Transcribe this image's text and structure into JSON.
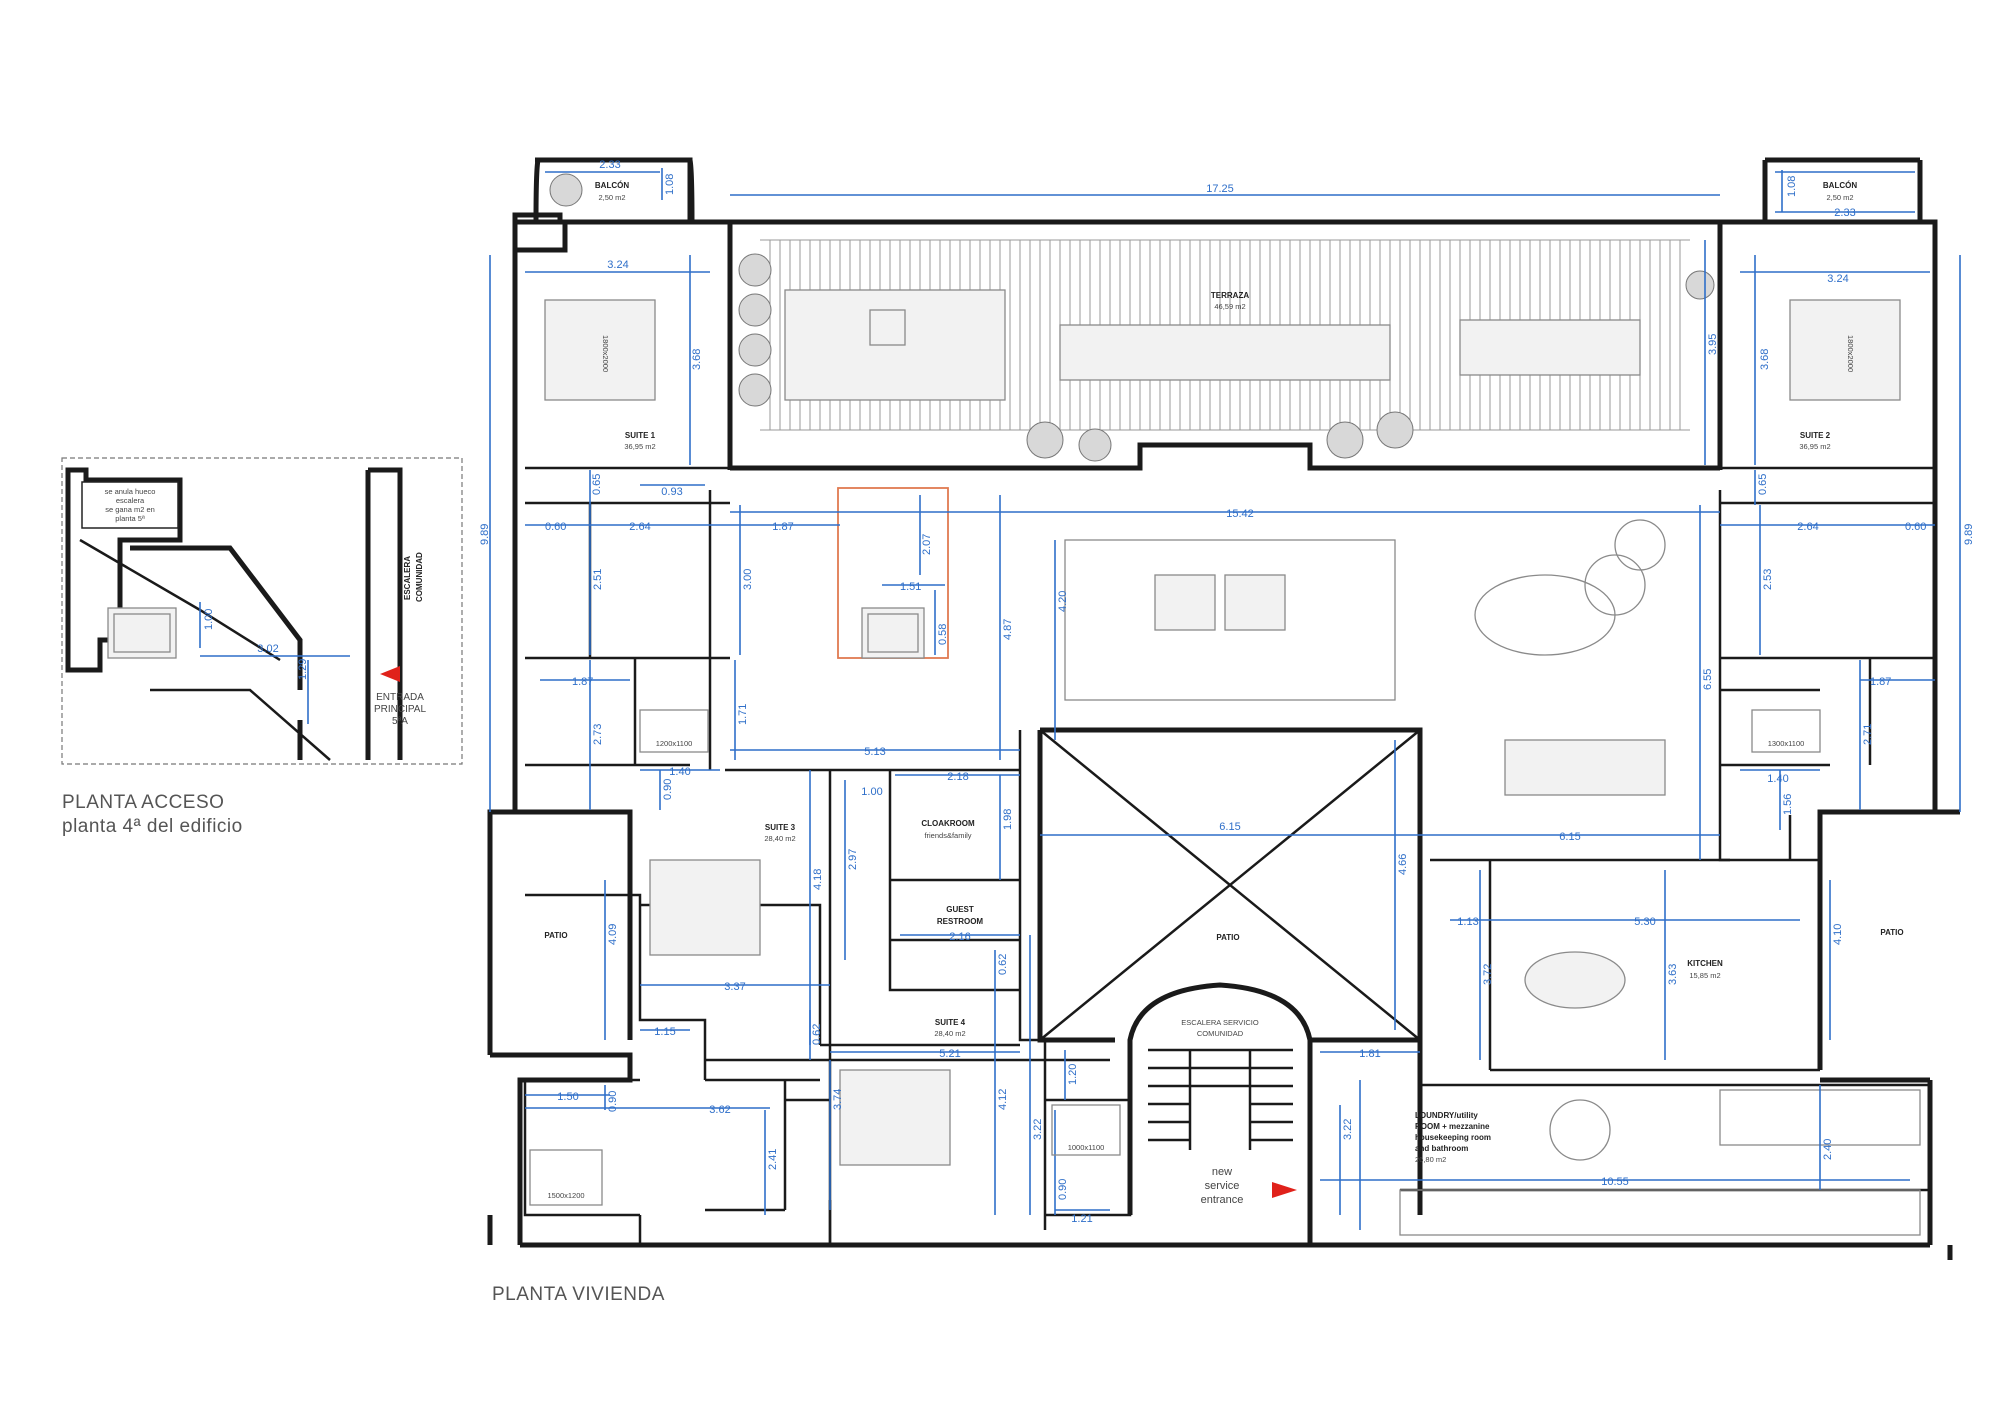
{
  "titles": {
    "main_plan": "PLANTA VIVIENDA",
    "access_plan_line1": "PLANTA ACCESO",
    "access_plan_line2": "planta 4ª del edificio"
  },
  "access_plan": {
    "note": [
      "se anula hueco",
      "escalera",
      "se gana m2 en",
      "planta 5ª"
    ],
    "stair_label": [
      "ESCALERA",
      "COMUNIDAD"
    ],
    "entrance_label": [
      "ENTRADA",
      "PRINCIPAL",
      "5ªA"
    ],
    "dims": [
      "1.00",
      "3.02",
      "1.29"
    ]
  },
  "rooms": {
    "balcony_left": {
      "name": "BALCÓN",
      "area": "2,50 m2"
    },
    "balcony_right": {
      "name": "BALCÓN",
      "area": "2,50 m2"
    },
    "terrace": {
      "name": "TERRAZA",
      "area": "46,59 m2"
    },
    "suite1": {
      "name": "SUITE 1",
      "area": "36,95 m2"
    },
    "suite2": {
      "name": "SUITE 2",
      "area": "36,95 m2"
    },
    "suite3": {
      "name": "SUITE 3",
      "area": "28,40 m2"
    },
    "suite4": {
      "name": "SUITE 4",
      "area": "28,40 m2"
    },
    "cloakroom": {
      "name": "CLOAKROOM",
      "sub": "friends&family"
    },
    "guest_restroom": {
      "name": "GUEST",
      "sub": "RESTROOM"
    },
    "patio_left": {
      "name": "PATIO"
    },
    "patio_center": {
      "name": "PATIO"
    },
    "patio_right": {
      "name": "PATIO"
    },
    "kitchen": {
      "name": "KITCHEN",
      "area": "15,85 m2"
    },
    "stair_service": {
      "name": "ESCALERA SERVICIO",
      "sub": "COMUNIDAD"
    },
    "service_entrance": [
      "new",
      "service",
      "entrance"
    ],
    "laundry": [
      "LOUNDRY/utility",
      "ROOM + mezzanine",
      "housekeeping room",
      "and bathroom",
      "26,80 m2"
    ]
  },
  "fixtures": {
    "shower_1200x1100": "1200x1100",
    "shower_1300x1100": "1300x1100",
    "shower_1000x1100": "1000x1100",
    "shower_1500x1200": "1500x1200",
    "bed_size": "1800x2000"
  },
  "dimensions": {
    "balcony_width": "2.33",
    "balcony_depth": "1.08",
    "terrace_width": "17.25",
    "suite_width": "3.24",
    "suite_depth": "3.68",
    "terrace_depth": "3.95",
    "wing_total": "9.89",
    "d_093": "0.93",
    "d_065": "0.65",
    "d_060": "0.60",
    "d_264": "2.64",
    "d_187": "1.87",
    "d_1542": "15.42",
    "d_251": "2.51",
    "d_253": "2.53",
    "d_300": "3.00",
    "d_207": "2.07",
    "d_151": "1.51",
    "d_058": "0.58",
    "d_487": "4.87",
    "d_420": "4.20",
    "d_655": "6.55",
    "d_273": "2.73",
    "d_271": "2.71",
    "d_171": "1.71",
    "d_513": "5.13",
    "d_140": "1.40",
    "d_090": "0.90",
    "d_156": "1.56",
    "d_218": "2.18",
    "d_100": "1.00",
    "d_198": "1.98",
    "d_615": "6.15",
    "d_297": "2.97",
    "d_418": "4.18",
    "d_466": "4.66",
    "d_409": "4.09",
    "d_410": "4.10",
    "d_216": "2.16",
    "d_062": "0.62",
    "d_337": "3.37",
    "d_115": "1.15",
    "d_113": "1.13",
    "d_530": "5.30",
    "d_372": "3.72",
    "d_363": "3.63",
    "d_521": "5.21",
    "d_150": "1.50",
    "d_362": "3.62",
    "d_374": "3.74",
    "d_412": "4.12",
    "d_322": "3.22",
    "d_120": "1.20",
    "d_181": "1.81",
    "d_241": "2.41",
    "d_121": "1.21",
    "d_1055": "10.55",
    "d_240": "2.40"
  },
  "colors": {
    "wall": "#1a1a1a",
    "dimension": "#2f6fc9",
    "entrance_arrow": "#e0221b",
    "highlight_room": "#e07a50",
    "furniture": "#8a8a8a"
  }
}
